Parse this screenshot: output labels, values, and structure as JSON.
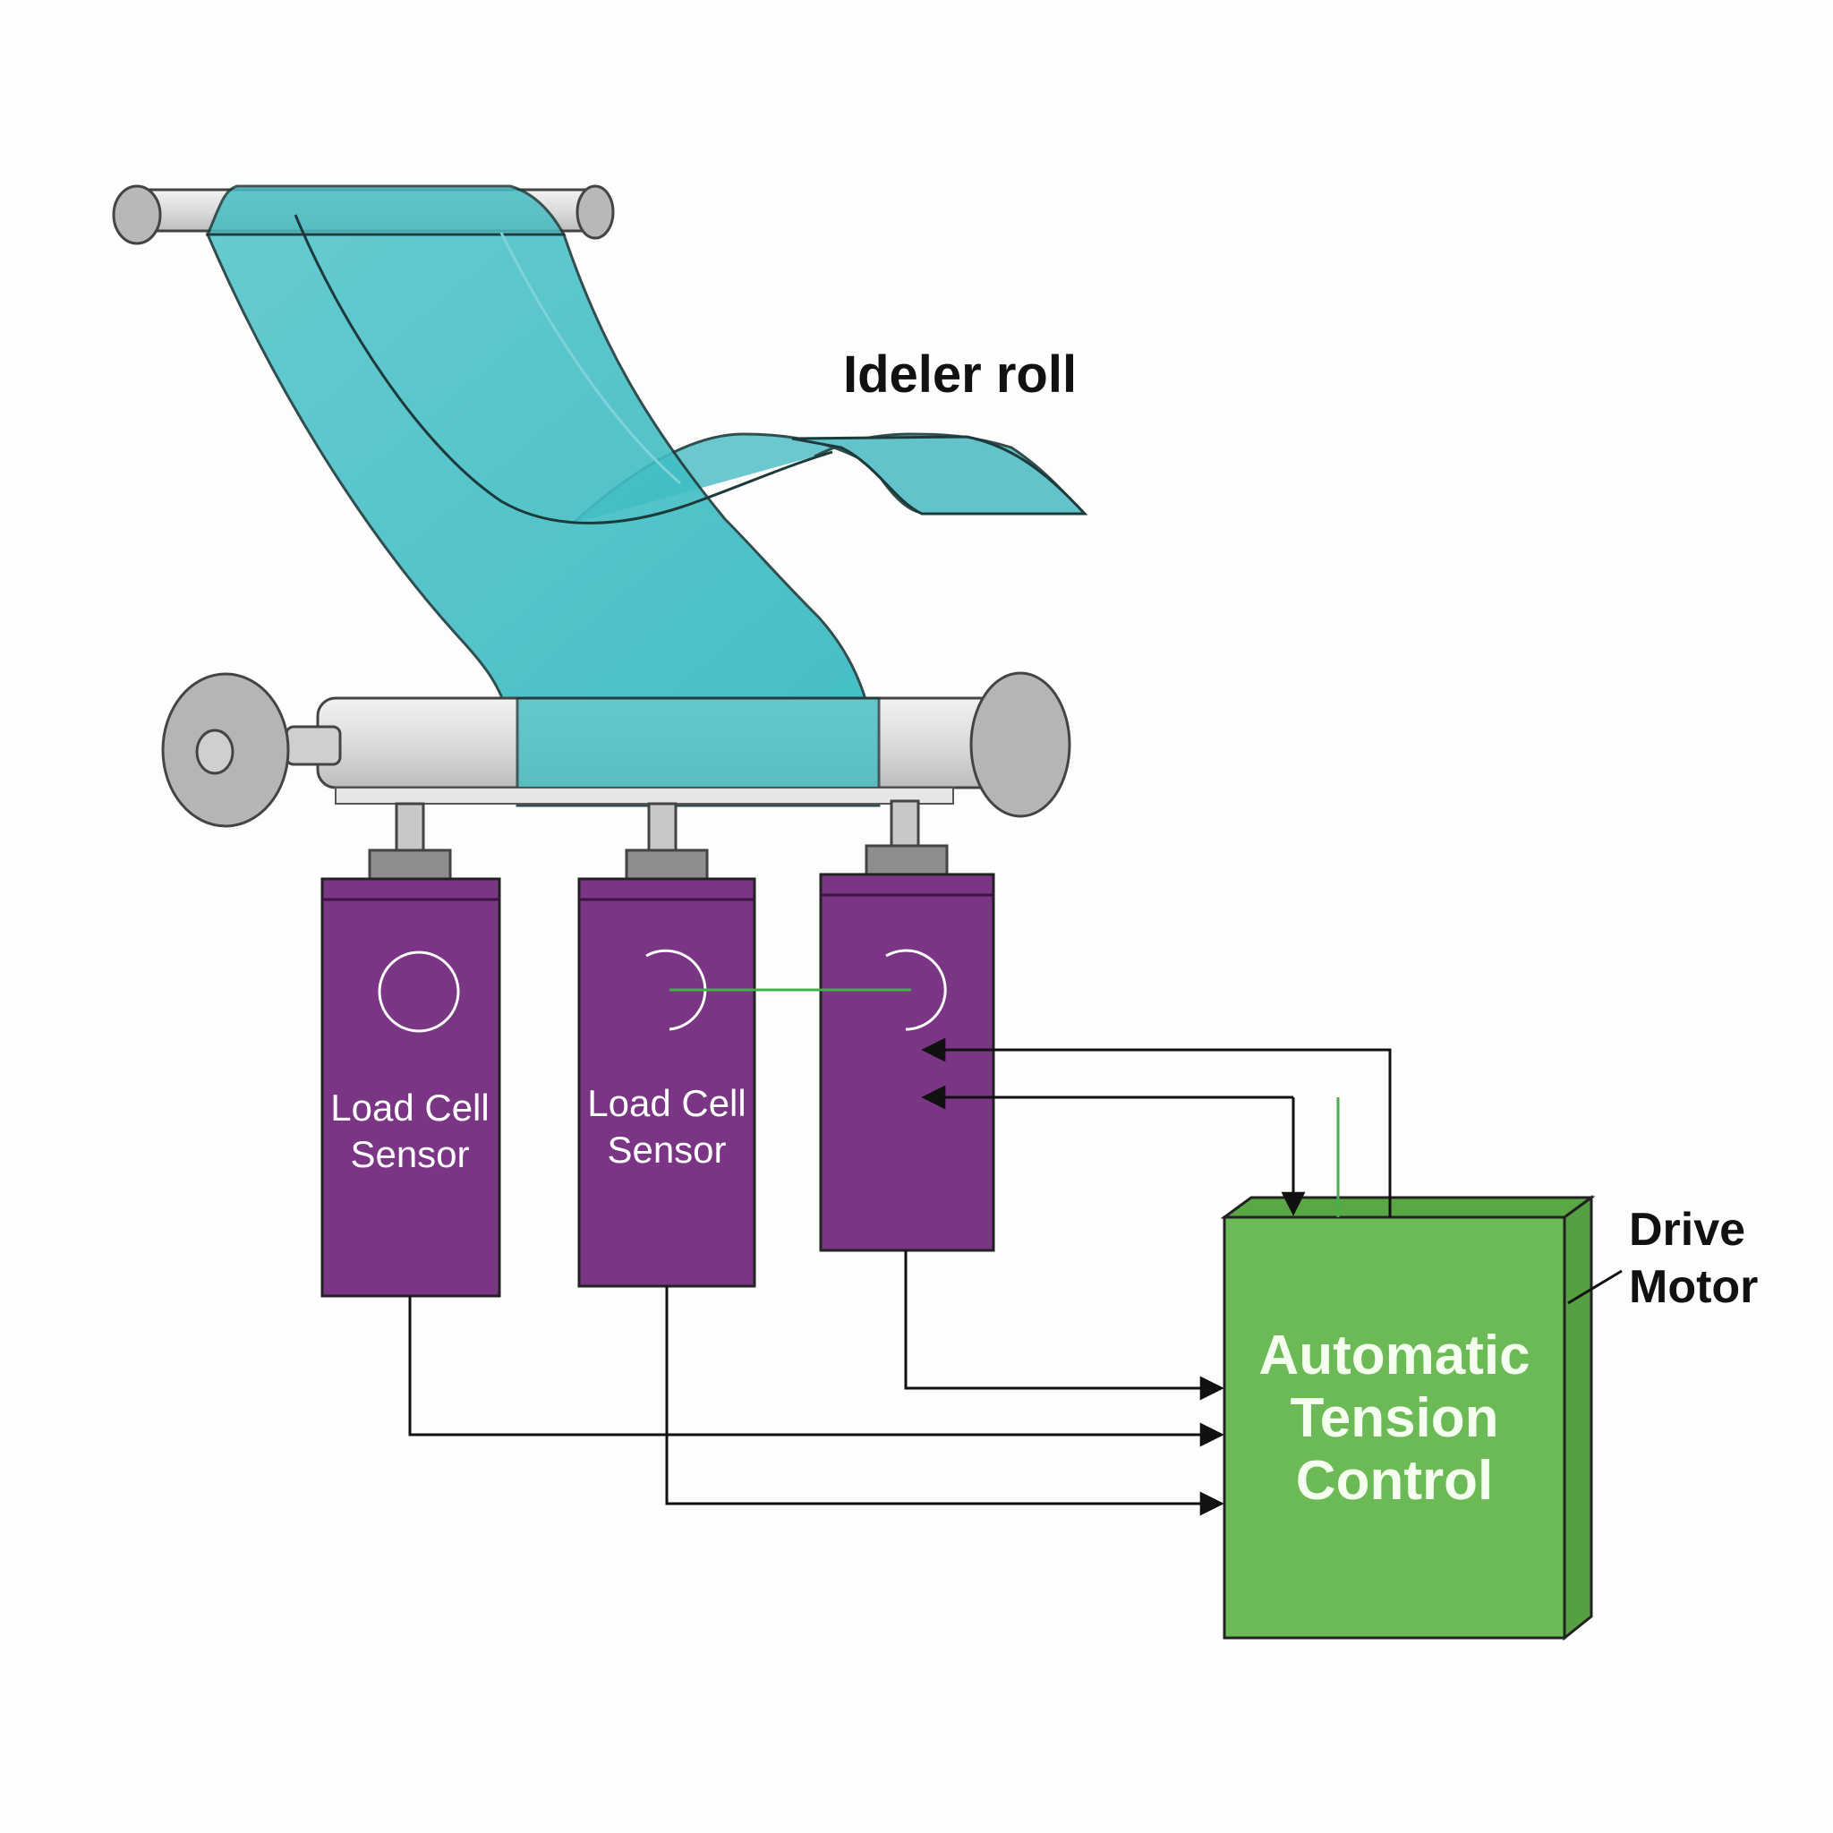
{
  "labels": {
    "idler_roll": "Ideler roll",
    "drive_motor": [
      "Drive",
      "Motor"
    ],
    "sensor_1": [
      "Load Cell",
      "Sensor"
    ],
    "sensor_2": [
      "Load Cell",
      "Sensor"
    ],
    "controller": [
      "Automatic",
      "Tension",
      "Control"
    ]
  },
  "colors": {
    "web": "#3dbdc3",
    "web_stroke": "#1d3a3a",
    "roller": "#dcdcdc",
    "roller_dark": "#a9a9a9",
    "sensor": "#7b3585",
    "sensor_dark": "#5a2262",
    "controller": "#6cba55",
    "controller_side": "#55a040",
    "signal_green": "#3fb24a",
    "wire": "#111111"
  },
  "icons": [
    "roller-end-disc",
    "sensor-dial-icon",
    "signal-arrow"
  ]
}
